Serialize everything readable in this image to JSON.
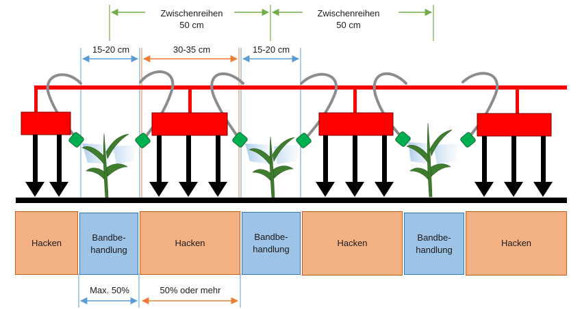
{
  "top_dimensions": [
    {
      "line1": "Zwischenreihen",
      "line2": "50 cm"
    },
    {
      "line1": "Zwischenreihen",
      "line2": "50 cm"
    }
  ],
  "mid_dimensions": [
    "15-20 cm",
    "30-35 cm",
    "15-20 cm"
  ],
  "strips": [
    {
      "kind": "hoe",
      "label": "Hacken"
    },
    {
      "kind": "band",
      "label": "Bandbe-\nhandlung"
    },
    {
      "kind": "hoe",
      "label": "Hacken"
    },
    {
      "kind": "band",
      "label": "Bandbe-\nhandlung"
    },
    {
      "kind": "hoe",
      "label": "Hacken"
    },
    {
      "kind": "band",
      "label": "Bandbe-\nhandlung"
    },
    {
      "kind": "hoe",
      "label": "Hacken"
    }
  ],
  "bottom_dimensions": [
    "Max. 50%",
    "50% oder mehr"
  ],
  "colors": {
    "frame_red": "#ff0000",
    "hose_gray": "#808080",
    "nozzle_green": "#00b050",
    "hoe_fill": "#f4b183",
    "band_fill": "#9dc3e6",
    "dim_green": "#70ad47",
    "dim_blue": "#5b9bd5",
    "dim_orange": "#ed7d31"
  }
}
